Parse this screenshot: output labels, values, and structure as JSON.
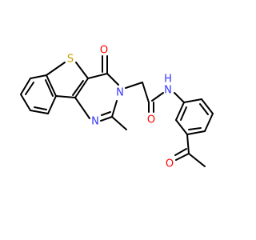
{
  "colors": {
    "bond": "#000000",
    "carbon": "#000000",
    "nitrogen": "#3333ff",
    "oxygen": "#ff0000",
    "sulfur": "#c8a000"
  },
  "atoms": {
    "s1": "S",
    "o_ketone_ring": "O",
    "n_ring_top": "N",
    "n_ring_bottom": "N",
    "o_amide": "O",
    "nh_amide": "N",
    "h_amide": "H",
    "o_acetyl": "O"
  }
}
